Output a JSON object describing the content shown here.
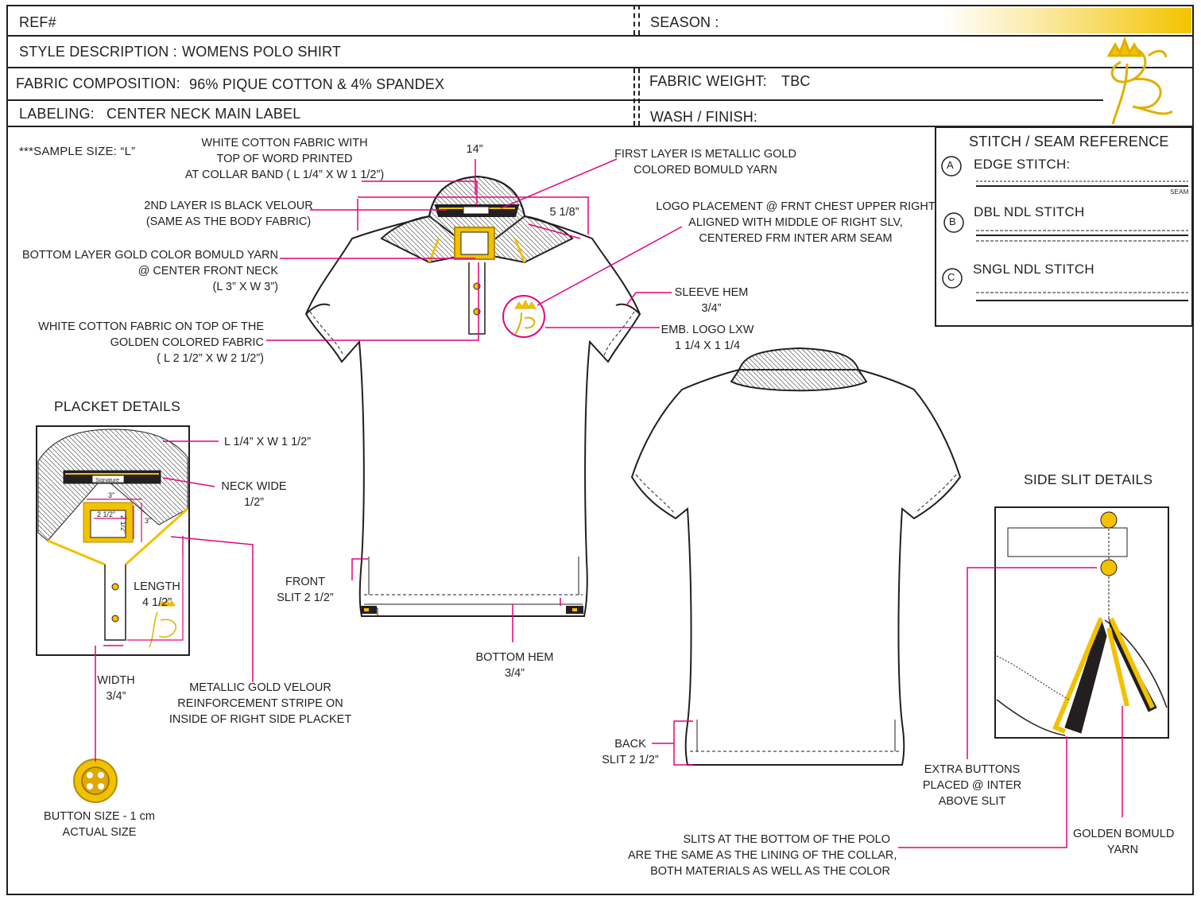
{
  "header": {
    "ref_label": "REF#",
    "season_label": "SEASON :",
    "style_description_label": "STYLE DESCRIPTION :",
    "style_description_value": "WOMENS POLO SHIRT",
    "fabric_composition_label": "FABRIC COMPOSITION:",
    "fabric_composition_value": "96% PIQUE COTTON & 4% SPANDEX",
    "fabric_weight_label": "FABRIC WEIGHT:",
    "fabric_weight_value": "TBC",
    "labeling_label": "LABELING:",
    "labeling_value": "CENTER NECK MAIN LABEL",
    "wash_finish_label": "WASH / FINISH:"
  },
  "sample_size": "***SAMPLE SIZE:  “L”",
  "stitch_reference": {
    "title": "STITCH / SEAM REFERENCE",
    "items": [
      {
        "letter": "A",
        "label": "EDGE STITCH:",
        "note": "SEAM"
      },
      {
        "letter": "B",
        "label": "DBL NDL STITCH"
      },
      {
        "letter": "C",
        "label": "SNGL NDL STITCH"
      }
    ]
  },
  "callouts": {
    "white_cotton_top": [
      "WHITE COTTON FABRIC WITH",
      "TOP OF WORD PRINTED",
      "AT COLLAR BAND ( L 1/4” X W 1 1/2”)"
    ],
    "collar_width": "14”",
    "first_layer": [
      "FIRST LAYER IS METALLIC GOLD",
      "COLORED BOMULD YARN"
    ],
    "second_layer": [
      "2ND LAYER IS BLACK VELOUR",
      "(SAME AS THE BODY FABRIC)"
    ],
    "collar_point": "5 1/8”",
    "logo_placement": [
      "LOGO PLACEMENT @ FRNT CHEST UPPER RIGHT",
      "ALIGNED WITH MIDDLE OF RIGHT SLV,",
      "CENTERED FRM INTER ARM SEAM"
    ],
    "bottom_layer": [
      "BOTTOM LAYER GOLD COLOR BOMULD YARN",
      "@ CENTER FRONT NECK",
      "(L 3” X W 3”)"
    ],
    "sleeve_hem": [
      "SLEEVE HEM",
      "3/4”"
    ],
    "white_cotton_golden": [
      "WHITE COTTON FABRIC ON TOP OF THE",
      "GOLDEN COLORED FABRIC",
      "( L 2 1/2” X W 2 1/2”)"
    ],
    "emb_logo": [
      "EMB. LOGO LXW",
      "1 1/4 X 1 1/4"
    ],
    "front_slit": [
      "FRONT",
      "SLIT 2 1/2”"
    ],
    "bottom_hem": [
      "BOTTOM HEM",
      "3/4”"
    ],
    "back_slit": [
      "BACK",
      "SLIT 2 1/2”"
    ]
  },
  "placket": {
    "title": "PLACKET DETAILS",
    "label_size": "L 1/4” X W 1 1/2”",
    "neck_wide": [
      "NECK WIDE",
      "1/2”"
    ],
    "length": [
      "LENGTH",
      "4 1/2”"
    ],
    "width": [
      "WIDTH",
      "3/4”"
    ],
    "stripe": [
      "METALLIC GOLD VELOUR",
      "REINFORCEMENT STRIPE ON",
      "INSIDE OF RIGHT SIDE PLACKET"
    ],
    "dim_outer": "3”",
    "dim_inner": "2 1/2”",
    "dim_side_inner": "2 1/2”",
    "dim_side_outer": "3”",
    "label_text": "Signature"
  },
  "button": [
    "BUTTON SIZE - 1 cm",
    "ACTUAL SIZE"
  ],
  "side_slit": {
    "title": "SIDE SLIT DETAILS",
    "extra_buttons": [
      "EXTRA BUTTONS",
      "PLACED @ INTER",
      "ABOVE SLIT"
    ],
    "golden_yarn": [
      "GOLDEN BOMULD",
      "YARN"
    ]
  },
  "slits_note": [
    "SLITS AT THE BOTTOM OF THE POLO",
    "ARE THE SAME AS THE LINING OF THE COLLAR,",
    "BOTH MATERIALS AS WELL AS THE COLOR"
  ],
  "colors": {
    "callout": "#e6007e",
    "gold": "#f2c100",
    "line": "#231f20"
  }
}
